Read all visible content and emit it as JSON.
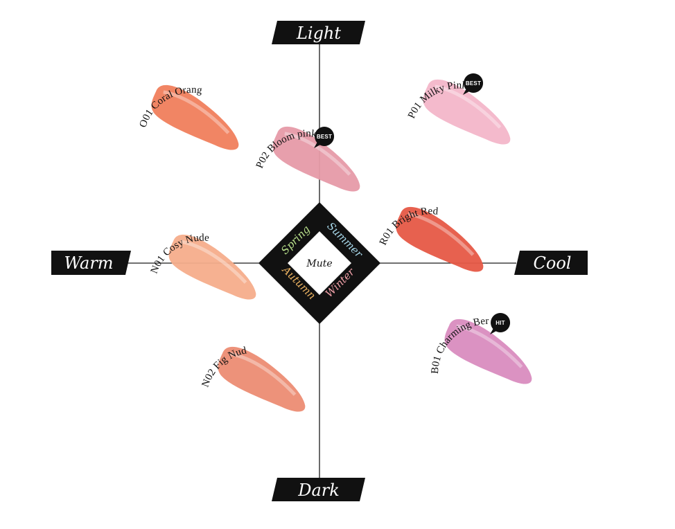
{
  "axes": {
    "top": "Light",
    "bottom": "Dark",
    "left": "Warm",
    "right": "Cool"
  },
  "center": {
    "label": "Mute",
    "seasons": [
      {
        "name": "Spring",
        "color": "#b8e08a"
      },
      {
        "name": "Summer",
        "color": "#a8d8ea"
      },
      {
        "name": "Autumn",
        "color": "#e8b060"
      },
      {
        "name": "Winter",
        "color": "#f0a0a8"
      }
    ]
  },
  "swatches": [
    {
      "id": "o01",
      "label": "O01 Coral Orange",
      "color": "#f07e5c",
      "badge": ""
    },
    {
      "id": "p02",
      "label": "P02 Bloom pink",
      "color": "#e69aa8",
      "badge": "BEST"
    },
    {
      "id": "p01",
      "label": "P01 Milky Pink",
      "color": "#f3b6c9",
      "badge": "BEST"
    },
    {
      "id": "n01",
      "label": "N01 Cosy Nude",
      "color": "#f6ad8b",
      "badge": ""
    },
    {
      "id": "r01",
      "label": "R01 Bright Red",
      "color": "#e65846",
      "badge": ""
    },
    {
      "id": "b01",
      "label": "B01 Charming Berry",
      "color": "#d98cbf",
      "badge": "HIT"
    },
    {
      "id": "n02",
      "label": "N02 Fig Nude",
      "color": "#ec8c73",
      "badge": ""
    }
  ],
  "badge_color": "#111111",
  "badge_text_color": "#f3a6b5"
}
